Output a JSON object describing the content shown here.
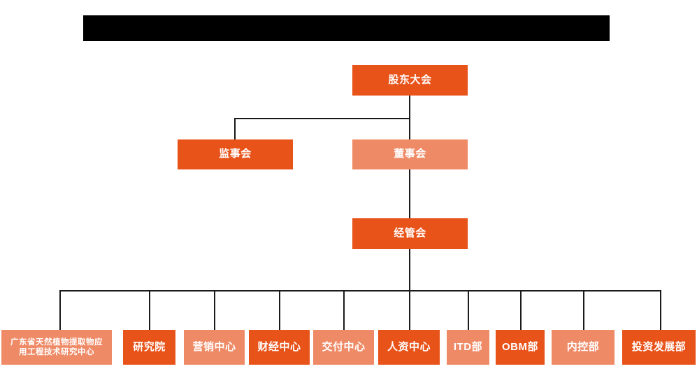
{
  "page": {
    "title_bar": {
      "name": "redacted-title-bar",
      "text": ""
    },
    "background_color": "#FFFFFF"
  },
  "colors": {
    "dark_orange": "#E8531A",
    "light_orange": "#EF8A66",
    "line": "#1A1A1A",
    "text": "#FFFFFF",
    "redaction": "#000000"
  },
  "chart": {
    "type": "org-chart",
    "tiers": [
      {
        "level": 1,
        "nodes": [
          {
            "id": "shareholders",
            "label": "股东大会",
            "shade": "dark"
          }
        ]
      },
      {
        "level": 2,
        "nodes": [
          {
            "id": "supervisors",
            "label": "监事会",
            "shade": "dark"
          },
          {
            "id": "directors",
            "label": "董事会",
            "shade": "light"
          }
        ]
      },
      {
        "level": 3,
        "nodes": [
          {
            "id": "management",
            "label": "经管会",
            "shade": "dark"
          }
        ]
      },
      {
        "level": 4,
        "nodes": [
          {
            "id": "research-center",
            "label_line1": "广东省天然植物提取物应",
            "label_line2": "用工程技术研究中心",
            "shade": "light"
          },
          {
            "id": "institute",
            "label": "研究院",
            "shade": "dark"
          },
          {
            "id": "marketing",
            "label": "营销中心",
            "shade": "light"
          },
          {
            "id": "finance",
            "label": "财经中心",
            "shade": "dark"
          },
          {
            "id": "delivery",
            "label": "交付中心",
            "shade": "light"
          },
          {
            "id": "hr",
            "label": "人资中心",
            "shade": "dark"
          },
          {
            "id": "itd",
            "label": "ITD部",
            "shade": "light"
          },
          {
            "id": "obm",
            "label": "OBM部",
            "shade": "dark"
          },
          {
            "id": "internal-control",
            "label": "内控部",
            "shade": "light"
          },
          {
            "id": "investment",
            "label": "投资发展部",
            "shade": "dark"
          }
        ]
      }
    ]
  },
  "nodes": {
    "shareholders": {
      "label": "股东大会"
    },
    "supervisors": {
      "label": "监事会"
    },
    "directors": {
      "label": "董事会"
    },
    "management": {
      "label": "经管会"
    },
    "research_center": {
      "line1": "广东省天然植物提取物应",
      "line2": "用工程技术研究中心"
    },
    "institute": {
      "label": "研究院"
    },
    "marketing": {
      "label": "营销中心"
    },
    "finance": {
      "label": "财经中心"
    },
    "delivery": {
      "label": "交付中心"
    },
    "hr": {
      "label": "人资中心"
    },
    "itd": {
      "label": "ITD部"
    },
    "obm": {
      "label": "OBM部"
    },
    "internal_control": {
      "label": "内控部"
    },
    "investment": {
      "label": "投资发展部"
    }
  }
}
